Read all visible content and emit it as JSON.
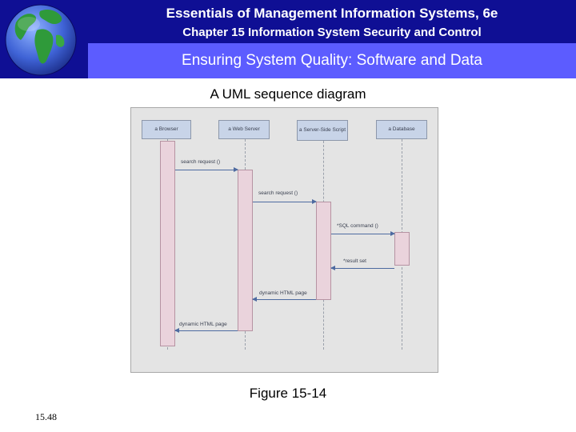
{
  "header": {
    "book_title": "Essentials of Management Information Systems, 6e",
    "chapter_title": "Chapter 15 Information System Security and Control",
    "section_title": "Ensuring System Quality: Software and Data"
  },
  "diagram": {
    "caption": "A UML sequence diagram",
    "lifelines": [
      {
        "label": "a Browser"
      },
      {
        "label": "a Web Server"
      },
      {
        "label": "a Server-Side Script"
      },
      {
        "label": "a Database"
      }
    ],
    "messages": [
      {
        "label": "search request ()"
      },
      {
        "label": "search request ()"
      },
      {
        "label": "*SQL command ()"
      },
      {
        "label": "*result set"
      },
      {
        "label": "dynamic HTML page"
      },
      {
        "label": "dynamic HTML page"
      }
    ]
  },
  "figure_caption": "Figure 15-14",
  "slide_number": "15.48",
  "colors": {
    "header_dark": "#0f0f94",
    "section_band": "#5c5cff",
    "lifeline_box": "#c8d4e8",
    "activation": "#ead3dc",
    "message_arrow": "#4d6aa0"
  }
}
